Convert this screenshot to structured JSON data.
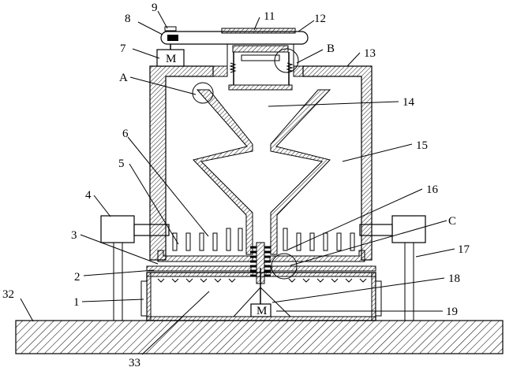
{
  "labels": {
    "n1": "1",
    "n2": "2",
    "n3": "3",
    "n4": "4",
    "n5": "5",
    "n6": "6",
    "n7": "7",
    "n8": "8",
    "n9": "9",
    "n11": "11",
    "n12": "12",
    "n13": "13",
    "n14": "14",
    "n15": "15",
    "n16": "16",
    "n17": "17",
    "n18": "18",
    "n19": "19",
    "n32": "32",
    "n33": "33",
    "A": "A",
    "B": "B",
    "C": "C"
  },
  "motor_mark": "M"
}
